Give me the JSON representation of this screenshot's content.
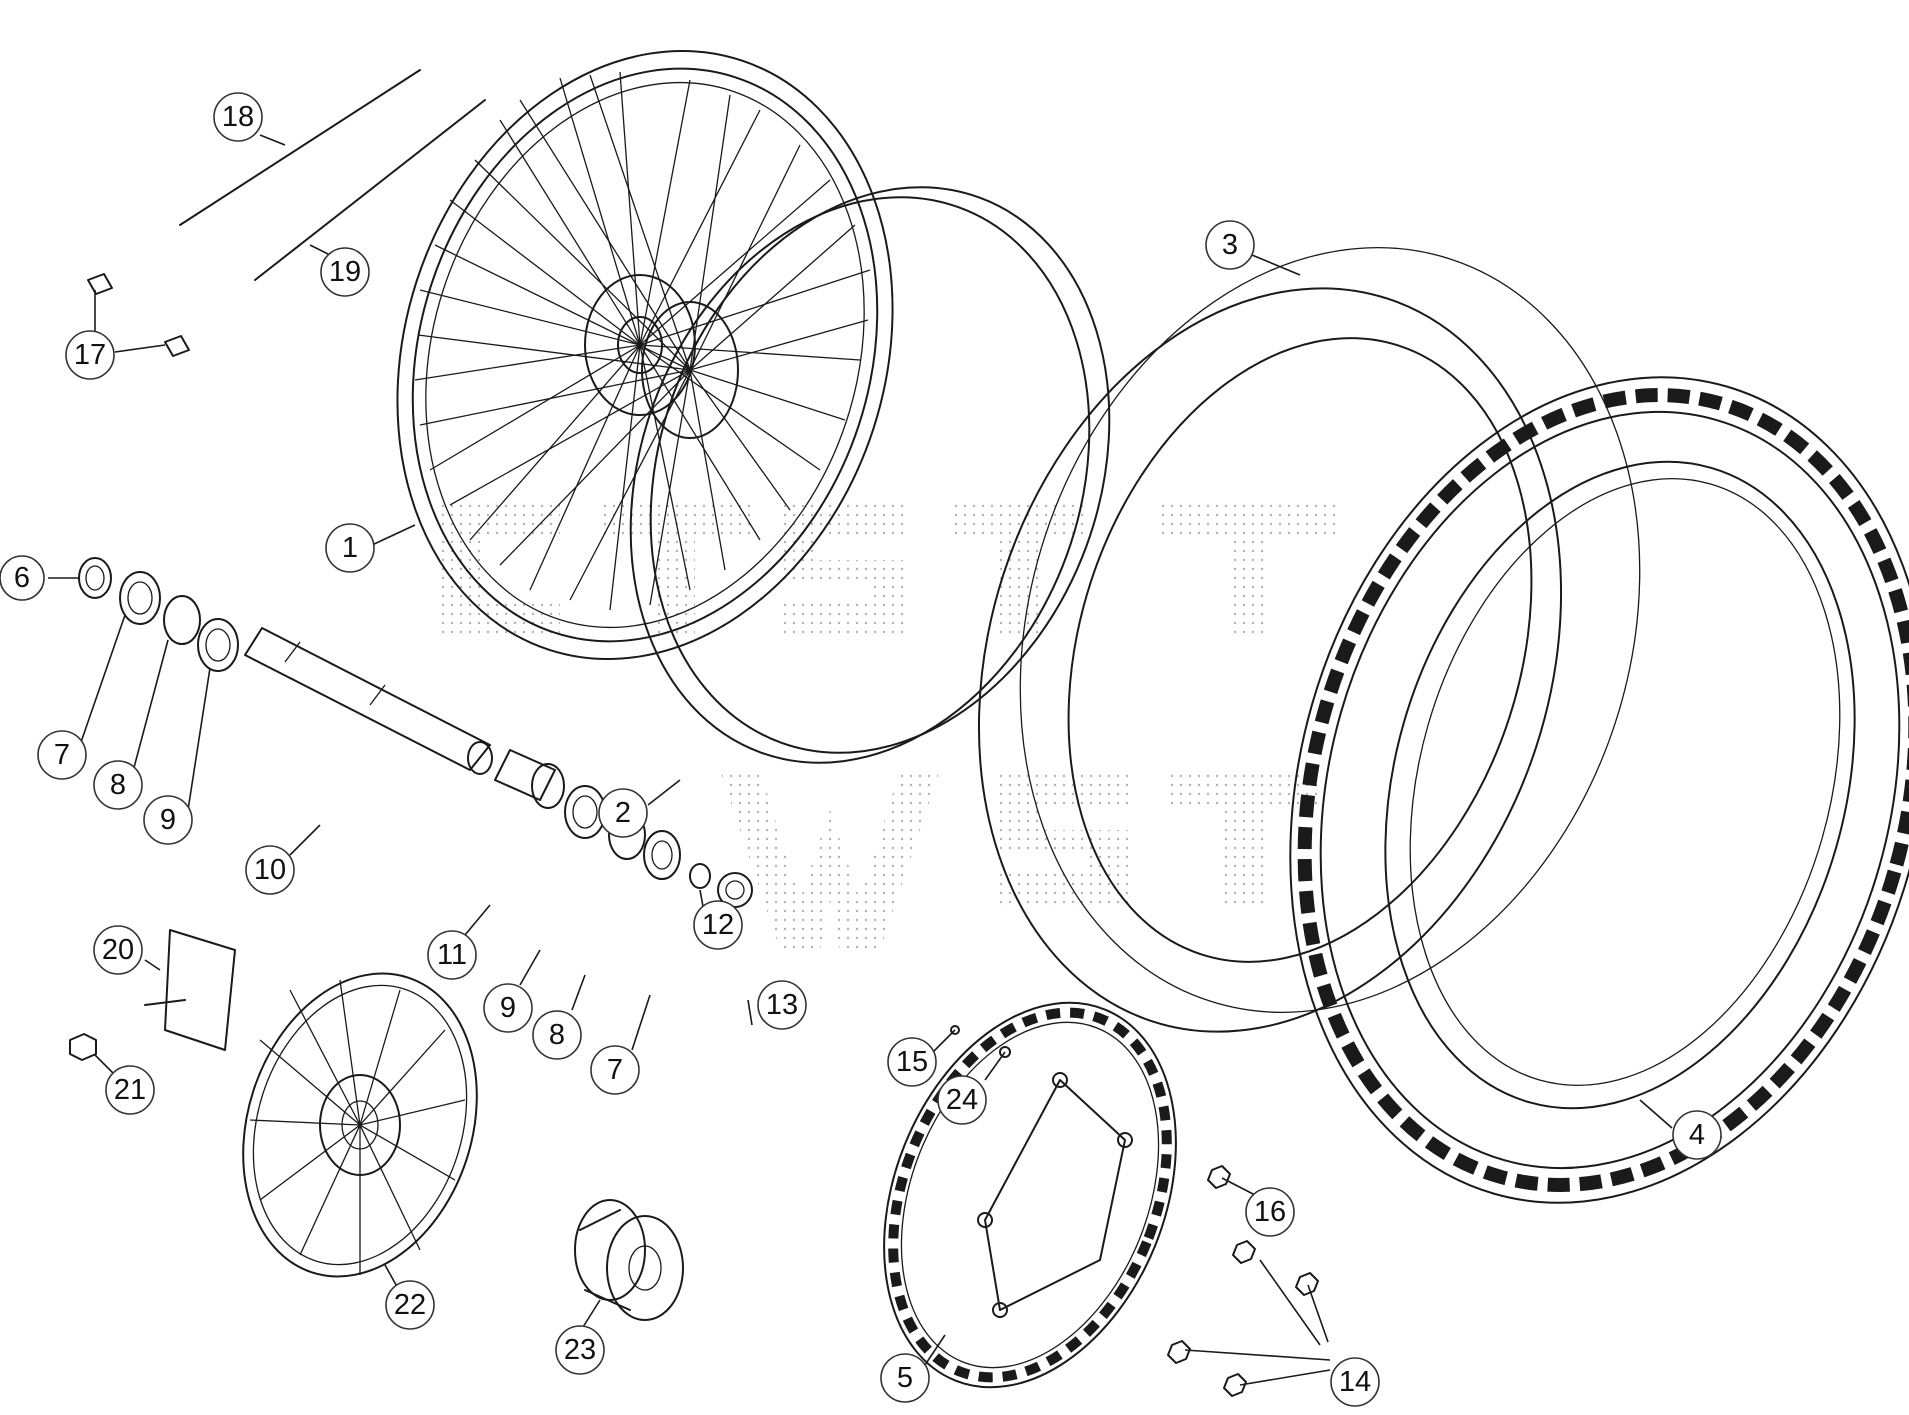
{
  "diagram": {
    "type": "exploded-parts-diagram",
    "background": "#ffffff",
    "line_color": "#1a1a1a",
    "callouts": [
      {
        "id": "1",
        "label": "1"
      },
      {
        "id": "2",
        "label": "2"
      },
      {
        "id": "3",
        "label": "3"
      },
      {
        "id": "4",
        "label": "4"
      },
      {
        "id": "5",
        "label": "5"
      },
      {
        "id": "6",
        "label": "6"
      },
      {
        "id": "7a",
        "label": "7"
      },
      {
        "id": "8a",
        "label": "8"
      },
      {
        "id": "9a",
        "label": "9"
      },
      {
        "id": "10",
        "label": "10"
      },
      {
        "id": "11",
        "label": "11"
      },
      {
        "id": "9b",
        "label": "9"
      },
      {
        "id": "8b",
        "label": "8"
      },
      {
        "id": "12",
        "label": "12"
      },
      {
        "id": "7b",
        "label": "7"
      },
      {
        "id": "13",
        "label": "13"
      },
      {
        "id": "14a",
        "label": "14"
      },
      {
        "id": "14b",
        "label": "14"
      },
      {
        "id": "15",
        "label": "15"
      },
      {
        "id": "16",
        "label": "16"
      },
      {
        "id": "17",
        "label": "17"
      },
      {
        "id": "18",
        "label": "18"
      },
      {
        "id": "19",
        "label": "19"
      },
      {
        "id": "20",
        "label": "20"
      },
      {
        "id": "21",
        "label": "21"
      },
      {
        "id": "22",
        "label": "22"
      },
      {
        "id": "23",
        "label": "23"
      },
      {
        "id": "24",
        "label": "24"
      }
    ]
  }
}
